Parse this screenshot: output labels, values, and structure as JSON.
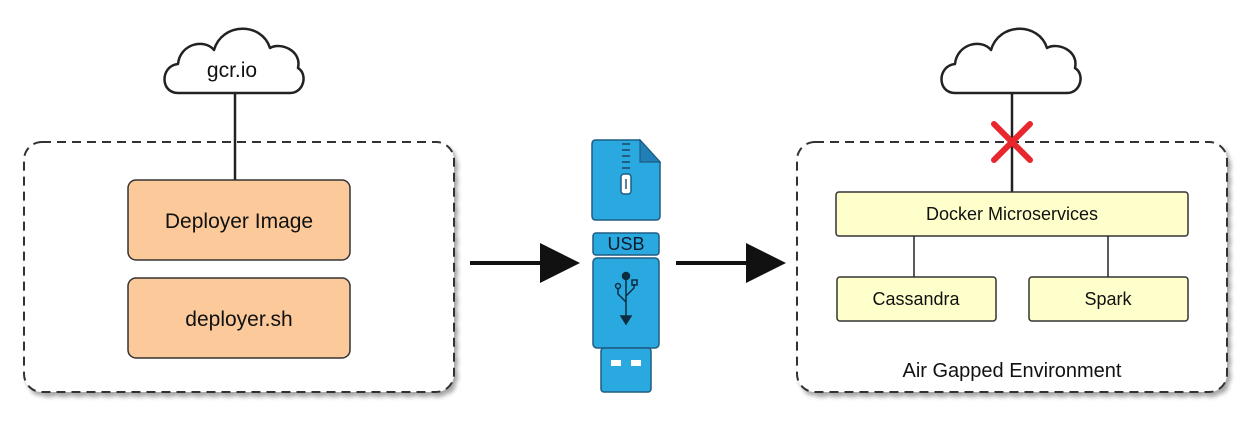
{
  "left_cloud": {
    "label": "gcr.io"
  },
  "left_panel": {
    "deployer_image_label": "Deployer Image",
    "deployer_script_label": "deployer.sh"
  },
  "usb": {
    "label": "USB"
  },
  "right_panel": {
    "docker_label": "Docker Microservices",
    "cassandra_label": "Cassandra",
    "spark_label": "Spark",
    "environment_label": "Air Gapped Environment"
  },
  "colors": {
    "orange_box": "#fbc99a",
    "yellow_box": "#ffffcc",
    "usb_blue": "#29a9e0",
    "blocked_x": "#e8262d",
    "stroke": "#222222"
  },
  "icons": [
    "cloud-icon",
    "zip-file-icon",
    "usb-drive-icon",
    "usb-symbol-icon",
    "blocked-x-icon",
    "arrow-icon"
  ]
}
